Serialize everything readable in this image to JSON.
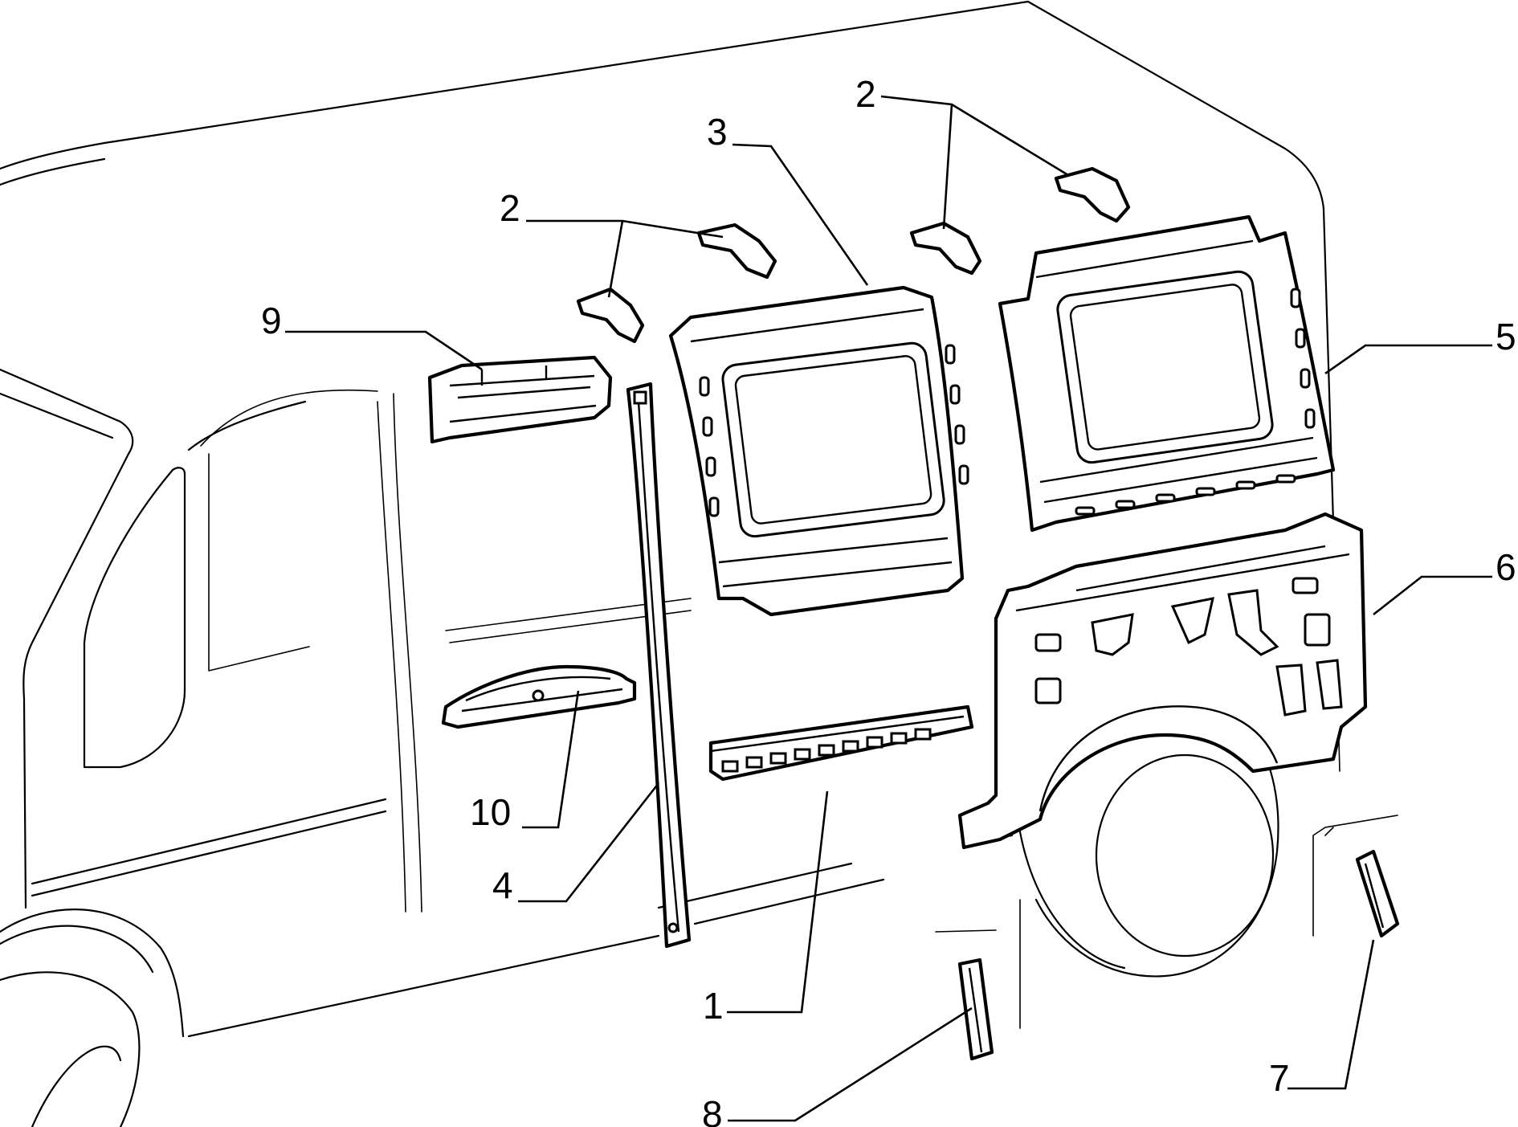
{
  "diagram": {
    "callouts": [
      {
        "id": "c1",
        "label": "1"
      },
      {
        "id": "c2a",
        "label": "2"
      },
      {
        "id": "c2b",
        "label": "2"
      },
      {
        "id": "c3",
        "label": "3"
      },
      {
        "id": "c4",
        "label": "4"
      },
      {
        "id": "c5",
        "label": "5"
      },
      {
        "id": "c6",
        "label": "6"
      },
      {
        "id": "c7",
        "label": "7"
      },
      {
        "id": "c8",
        "label": "8"
      },
      {
        "id": "c9",
        "label": "9"
      },
      {
        "id": "c10",
        "label": "10"
      }
    ]
  }
}
